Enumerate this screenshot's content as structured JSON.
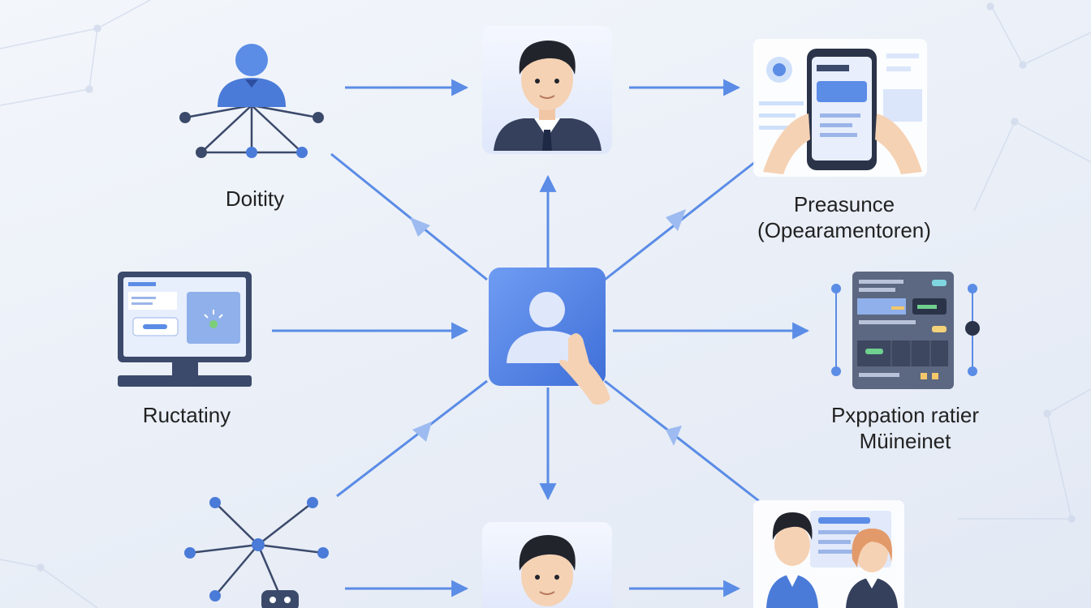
{
  "labels": {
    "top_left": "Doitity",
    "top_right_line1": "Preasunce",
    "top_right_line2": "(Opearamentoren)",
    "middle_left": "Ructatiny",
    "middle_right_line1": "Pxppation ratier",
    "middle_right_line2": "Müineinet"
  },
  "colors": {
    "accent": "#4a7bd8",
    "arrow": "#5b8ce6",
    "node": "#3f6fd8",
    "node_dark": "#3b4a6b",
    "suit": "#34405c",
    "skin": "#f5d2b4",
    "hair": "#22242c",
    "panel": "#dfe7fb"
  },
  "icons": [
    "network-person-icon",
    "businessman-avatar-icon",
    "smartphone-hands-icon",
    "desktop-monitor-icon",
    "central-user-touch-icon",
    "dashboard-panel-icon",
    "network-hub-icon",
    "businessman-avatar-icon",
    "team-presentation-icon"
  ]
}
